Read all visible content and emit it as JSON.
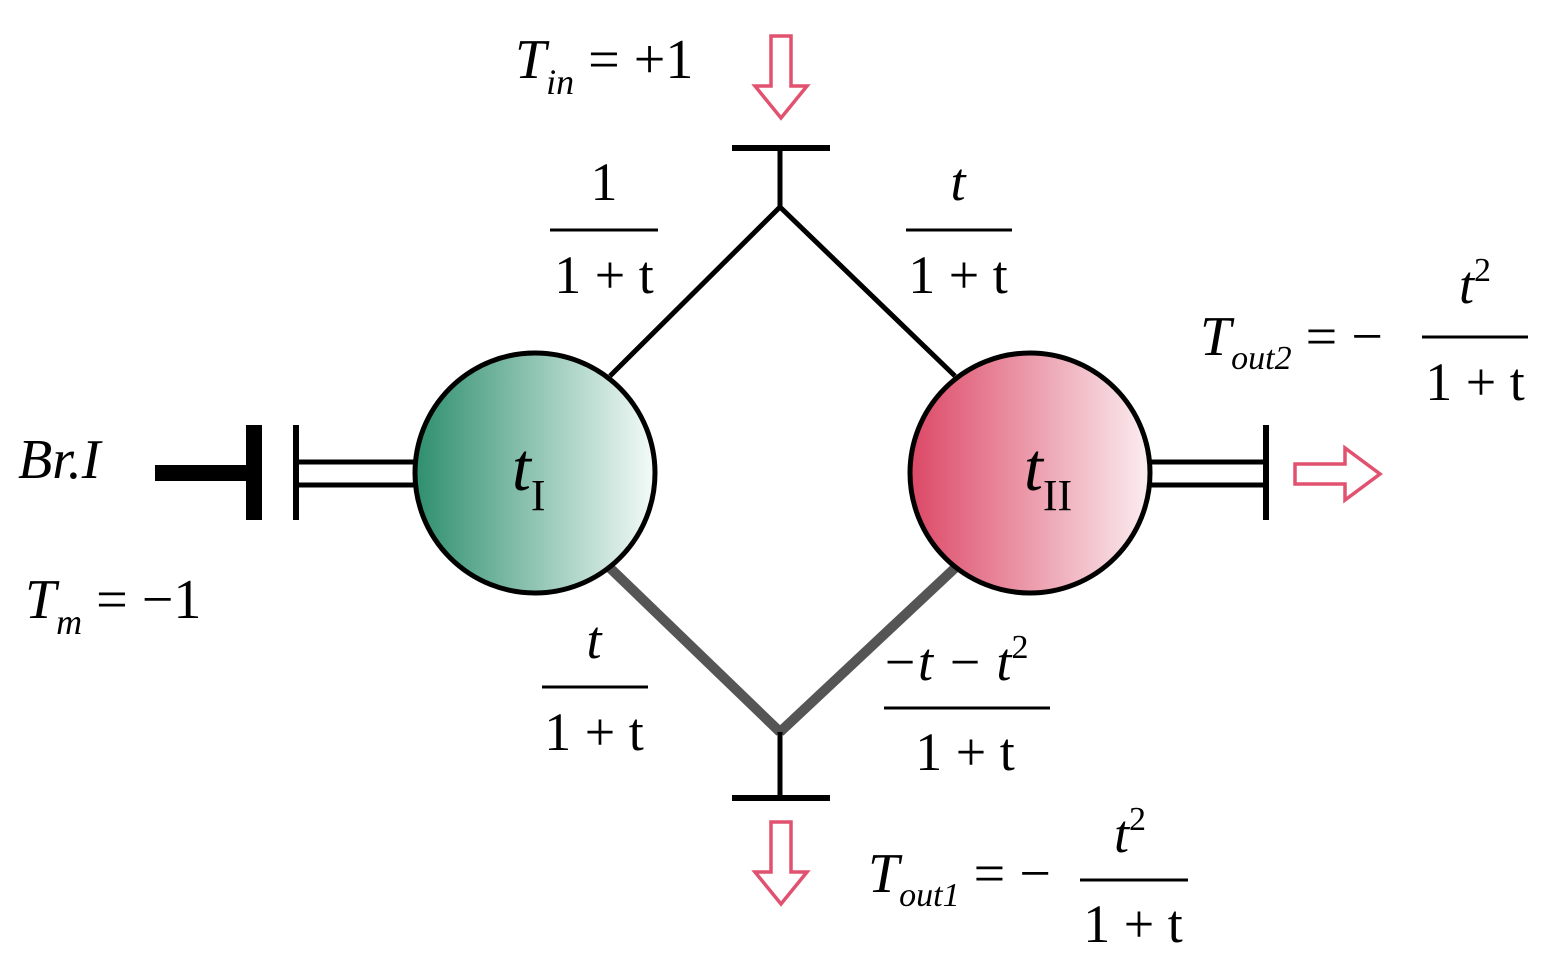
{
  "colors": {
    "arrow": "#e0526f",
    "node_green_dark": "#2e8f6e",
    "node_green_light": "#f4fbf8",
    "node_red_dark": "#dc4866",
    "node_red_light": "#fbeef1",
    "thin_line": "#000000",
    "thick_line": "#555555"
  },
  "input": {
    "symbol": "T",
    "sub": "in",
    "value": "= +1"
  },
  "mirror": {
    "prefix": "Br.",
    "letter": "I",
    "symbol": "T",
    "sub": "m",
    "value": "= −1"
  },
  "node_left": {
    "symbol": "t",
    "sub": "I"
  },
  "node_right": {
    "symbol": "t",
    "sub": "II"
  },
  "edges": {
    "top_left": {
      "num": "1",
      "den": "1 + t"
    },
    "top_right": {
      "num": "t",
      "den": "1 + t"
    },
    "bottom_left": {
      "num": "t",
      "den": "1 + t"
    },
    "bottom_right": {
      "num": "−t − t",
      "num_sup": "2",
      "den": "1 + t"
    }
  },
  "output1": {
    "symbol": "T",
    "sub": "out1",
    "eq": "= −",
    "num": "t",
    "num_sup": "2",
    "den": "1 + t"
  },
  "output2": {
    "symbol": "T",
    "sub": "out2",
    "eq": "= −",
    "num": "t",
    "num_sup": "2",
    "den": "1 + t"
  }
}
